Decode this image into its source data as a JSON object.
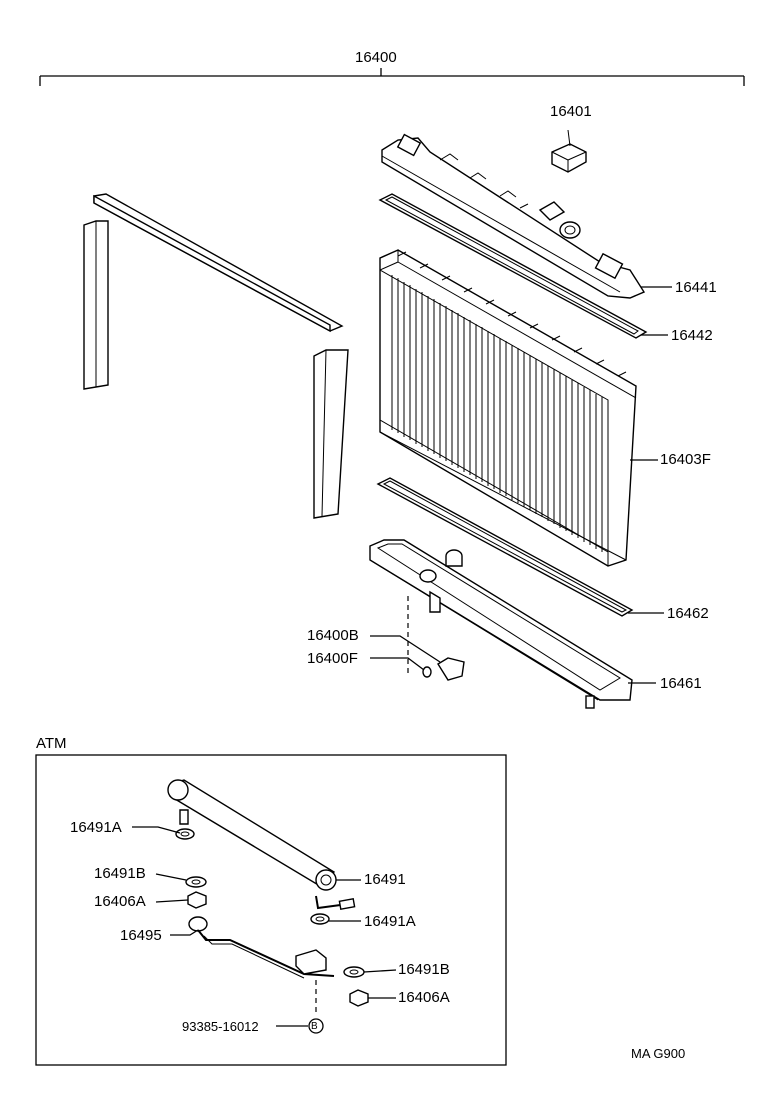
{
  "diagram": {
    "assembly_label": "16400",
    "section_label": "ATM",
    "footer_code": "MA G900",
    "circle_marker": "B",
    "parts": {
      "p16401": "16401",
      "p16441": "16441",
      "p16442": "16442",
      "p16403F": "16403F",
      "p16462": "16462",
      "p16461": "16461",
      "p16400B": "16400B",
      "p16400F": "16400F"
    },
    "atm_parts": {
      "p16491A_left": "16491A",
      "p16491B_left": "16491B",
      "p16406A_left": "16406A",
      "p16495": "16495",
      "p16491": "16491",
      "p16491A_right": "16491A",
      "p16491B_right": "16491B",
      "p16406A_right": "16406A",
      "p93385": "93385-16012"
    }
  }
}
